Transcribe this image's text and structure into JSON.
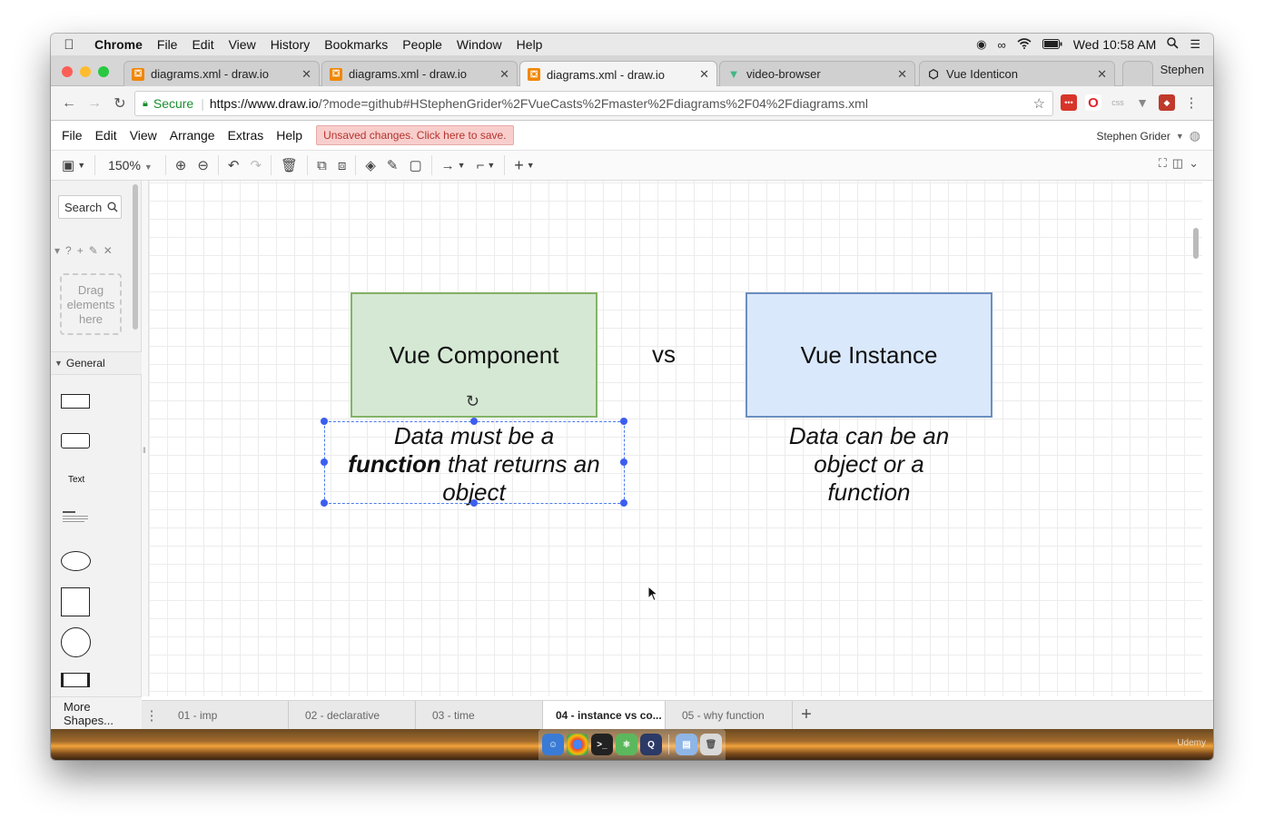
{
  "menubar": {
    "apple": "",
    "app": "Chrome",
    "items": [
      "File",
      "Edit",
      "View",
      "History",
      "Bookmarks",
      "People",
      "Window",
      "Help"
    ],
    "clock": "Wed 10:58 AM",
    "icons": [
      "record-icon",
      "glasses-icon",
      "wifi-icon",
      "battery-icon",
      "spotlight-icon",
      "notification-center-icon"
    ]
  },
  "tabs": [
    {
      "label": "diagrams.xml - draw.io",
      "favicon": "drawio-icon"
    },
    {
      "label": "diagrams.xml - draw.io",
      "favicon": "drawio-icon"
    },
    {
      "label": "diagrams.xml - draw.io",
      "favicon": "drawio-icon",
      "active": true
    },
    {
      "label": "video-browser",
      "favicon": "vue-icon"
    },
    {
      "label": "Vue Identicon",
      "favicon": "codepen-icon"
    }
  ],
  "profile": "Stephen",
  "addressbar": {
    "secure": "Secure",
    "url_host": "https://www.draw.io",
    "url_rest": "/?mode=github#HStephenGrider%2FVueCasts%2Fmaster%2Fdiagrams%2F04%2Fdiagrams.xml"
  },
  "appmenu": {
    "items": [
      "File",
      "Edit",
      "View",
      "Arrange",
      "Extras",
      "Help"
    ],
    "unsaved": "Unsaved changes. Click here to save.",
    "user": "Stephen Grider"
  },
  "toolbar": {
    "zoom": "150%"
  },
  "sidebar": {
    "search": "Search",
    "drag_line1": "Drag",
    "drag_line2": "elements",
    "drag_line3": "here",
    "general": "General",
    "text_shape": "Text",
    "more_shapes": "More Shapes..."
  },
  "diagram": {
    "left_box": "Vue Component",
    "vs": "vs",
    "right_box": "Vue Instance",
    "left_caption_pre": "Data must be a",
    "left_caption_bold": "function",
    "left_caption_mid": " that returns an",
    "left_caption_end": "object",
    "right_caption_1": "Data can be an",
    "right_caption_2": "object or a",
    "right_caption_3": "function",
    "left_fill": "#d5e8d4",
    "left_stroke": "#82b366",
    "right_fill": "#dae8fc",
    "right_stroke": "#6c8ebf",
    "selection_color": "#3c5ef0"
  },
  "pages": [
    {
      "label": "01 - imp"
    },
    {
      "label": "02 - declarative"
    },
    {
      "label": "03 - time"
    },
    {
      "label": "04 - instance vs co...",
      "active": true
    },
    {
      "label": "05 - why function"
    }
  ],
  "dock": {
    "watermark": "Udemy"
  }
}
